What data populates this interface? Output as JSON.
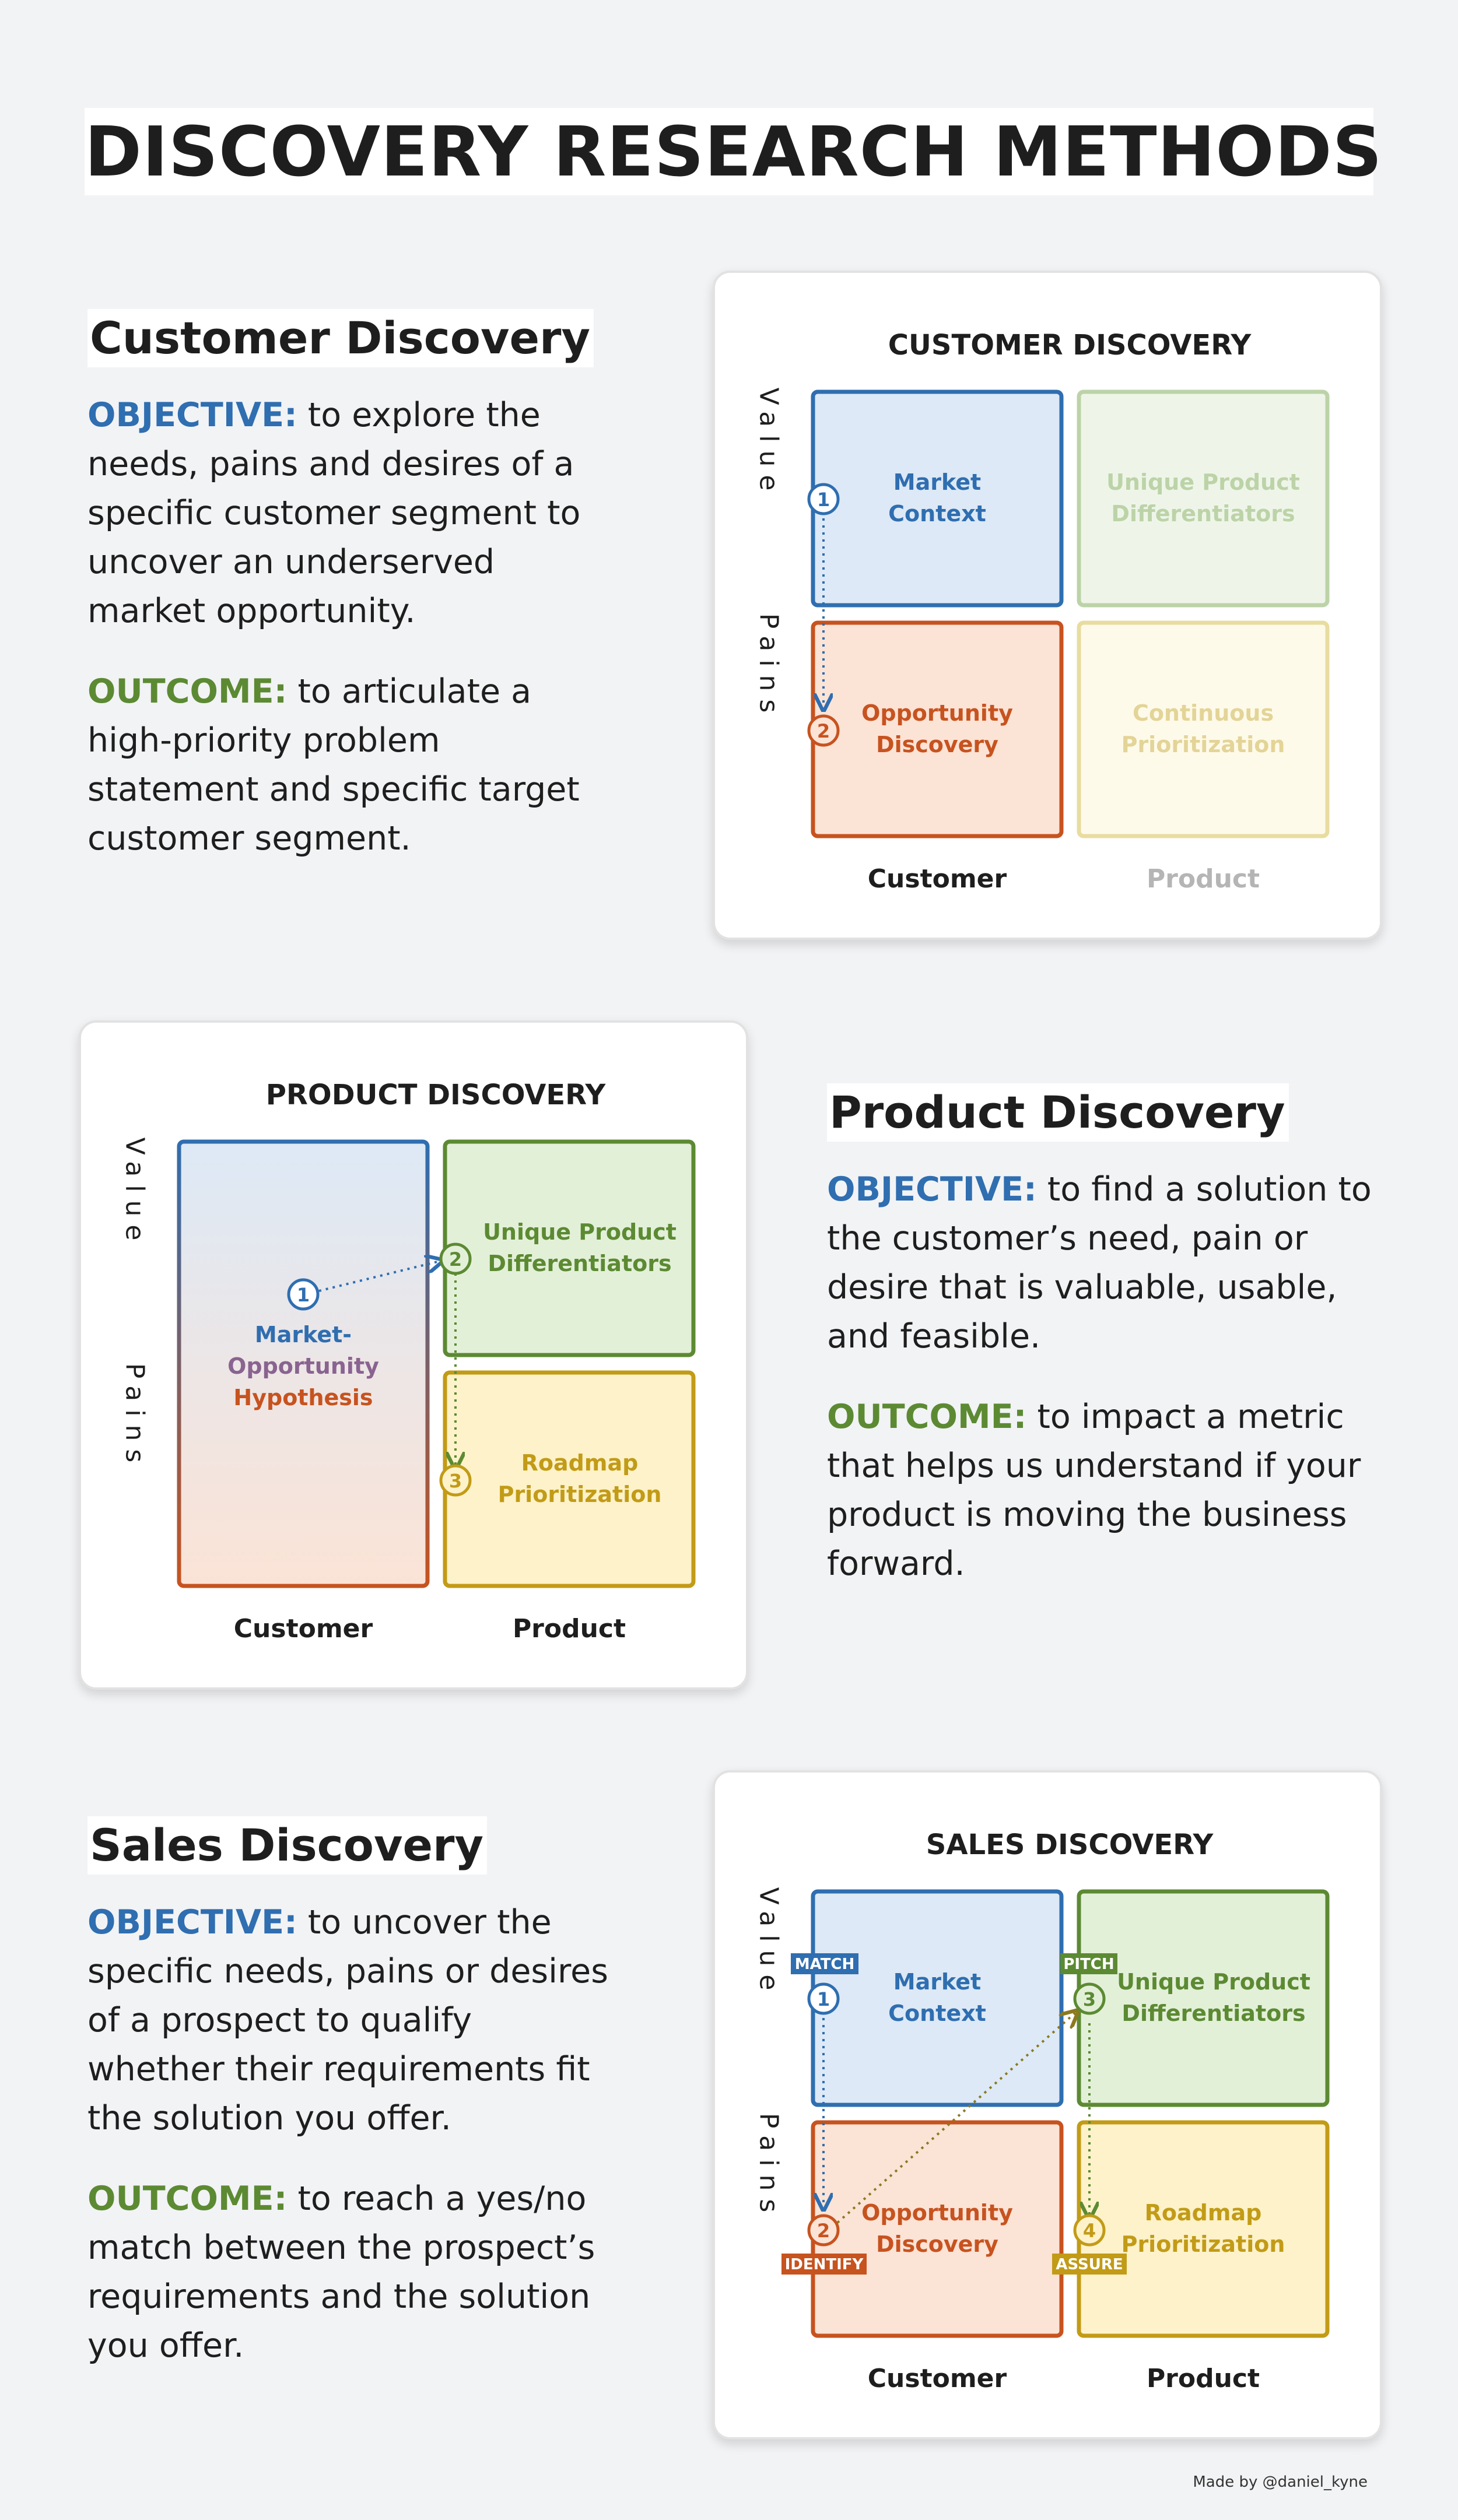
{
  "title": "DISCOVERY RESEARCH METHODS",
  "colors": {
    "objective": "#2f6eb0",
    "outcome": "#5c8a33",
    "blue": "#2f6eb0",
    "green": "#5c8a33",
    "orange": "#c7531f",
    "yellow": "#c29b17"
  },
  "sections": {
    "customer": {
      "heading": "Customer Discovery",
      "objective_label": "OBJECTIVE:",
      "objective_text": " to explore the needs, pains and desires of a specific customer segment to uncover an underserved market opportunity.",
      "outcome_label": "OUTCOME:",
      "outcome_text": " to articulate a high-priority problem statement and specific target customer segment."
    },
    "product": {
      "heading": "Product Discovery",
      "objective_label": "OBJECTIVE:",
      "objective_text": " to find a solution to the customer’s need, pain or desire that is valuable, usable, and feasible.",
      "outcome_label": "OUTCOME:",
      "outcome_text": " to impact a metric that helps us understand if your product is moving the business forward."
    },
    "sales": {
      "heading": "Sales Discovery",
      "objective_label": "OBJECTIVE:",
      "objective_text": " to uncover the specific needs, pains or desires of a prospect to qualify whether their requirements fit the solution you offer.",
      "outcome_label": "OUTCOME:",
      "outcome_text": " to reach a yes/no match between the prospect’s requirements and the solution you offer."
    }
  },
  "diagrams": {
    "customer": {
      "title": "CUSTOMER DISCOVERY",
      "axis_value": "Value",
      "axis_pains": "Pains",
      "col_customer": "Customer",
      "col_product": "Product",
      "q_market_1": "Market",
      "q_market_2": "Context",
      "q_unique_1": "Unique Product",
      "q_unique_2": "Differentiators",
      "q_opp_1": "Opportunity",
      "q_opp_2": "Discovery",
      "q_cont_1": "Continuous",
      "q_cont_2": "Prioritization",
      "step1": "1",
      "step2": "2"
    },
    "product": {
      "title": "PRODUCT DISCOVERY",
      "axis_value": "Value",
      "axis_pains": "Pains",
      "col_customer": "Customer",
      "col_product": "Product",
      "q_hyp_1": "Market-",
      "q_hyp_2": "Opportunity",
      "q_hyp_3": "Hypothesis",
      "q_unique_1": "Unique Product",
      "q_unique_2": "Differentiators",
      "q_road_1": "Roadmap",
      "q_road_2": "Prioritization",
      "step1": "1",
      "step2": "2",
      "step3": "3"
    },
    "sales": {
      "title": "SALES DISCOVERY",
      "axis_value": "Value",
      "axis_pains": "Pains",
      "col_customer": "Customer",
      "col_product": "Product",
      "q_market_1": "Market",
      "q_market_2": "Context",
      "q_unique_1": "Unique Product",
      "q_unique_2": "Differentiators",
      "q_opp_1": "Opportunity",
      "q_opp_2": "Discovery",
      "q_road_1": "Roadmap",
      "q_road_2": "Prioritization",
      "step1": "1",
      "step2": "2",
      "step3": "3",
      "step4": "4",
      "tag_match": "MATCH",
      "tag_identify": "IDENTIFY",
      "tag_pitch": "PITCH",
      "tag_assure": "ASSURE"
    }
  },
  "credit": "Made by @daniel_kyne"
}
